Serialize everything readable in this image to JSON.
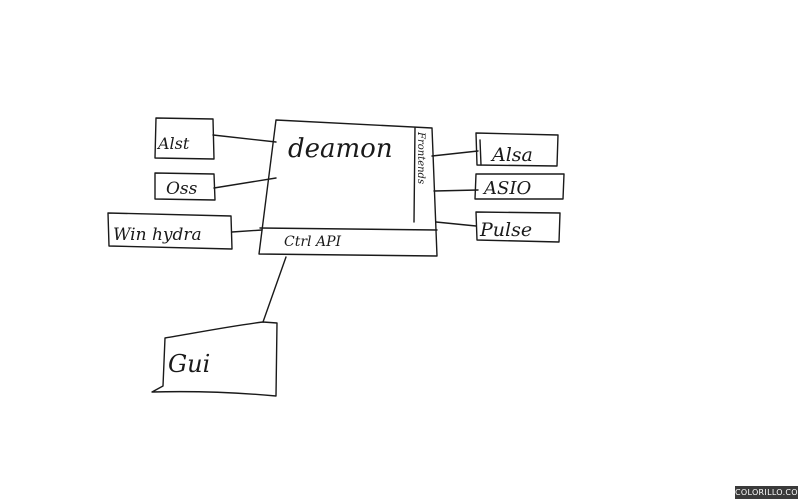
{
  "diagram": {
    "center": {
      "title": "deamon",
      "bottom_label": "Ctrl API",
      "side_label": "Frontends"
    },
    "left_nodes": {
      "alsa": "Alst",
      "oss": "Oss",
      "winhydra": "Win hydra"
    },
    "right_nodes": {
      "alsa": "Alsa",
      "asio": "ASIO",
      "pulse": "Pulse"
    },
    "gui": "Gui"
  },
  "watermark": "COLORILLO.COM"
}
